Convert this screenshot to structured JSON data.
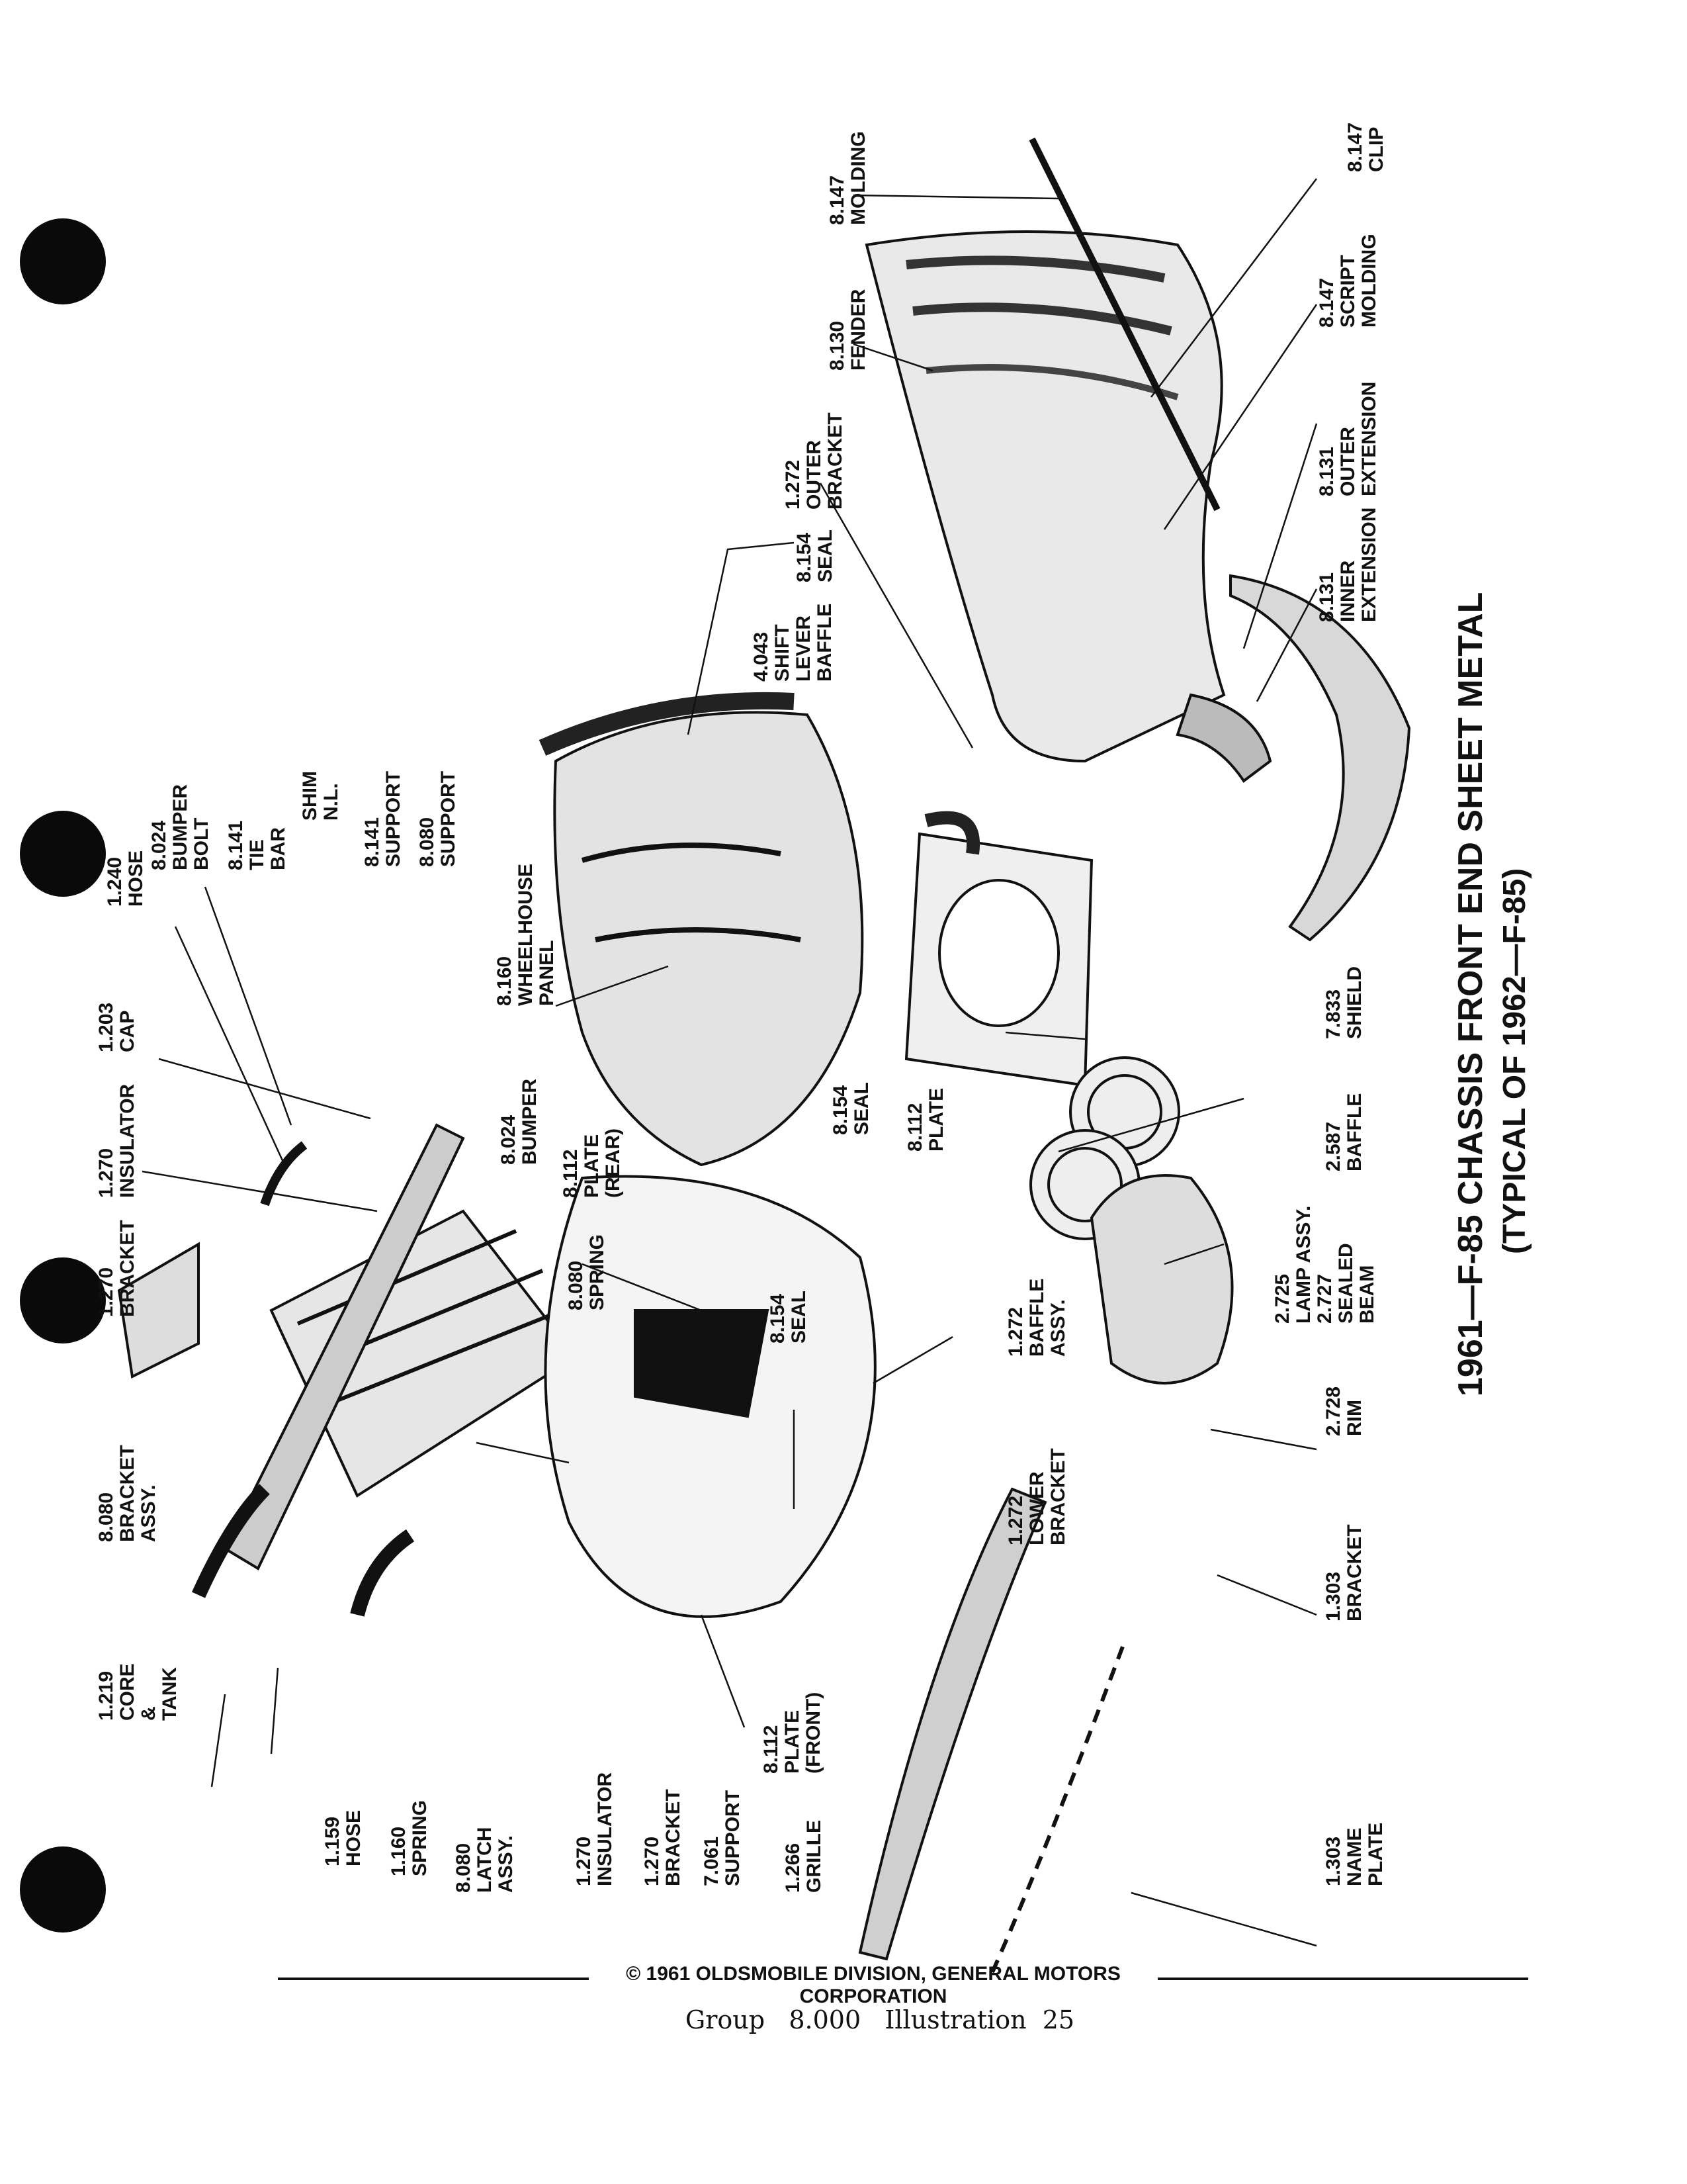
{
  "title": {
    "main": "1961—F-85 CHASSIS FRONT END SHEET METAL",
    "sub": "(TYPICAL OF 1962—F-85)"
  },
  "labels": [
    [
      "8.147",
      "MOLDING"
    ],
    [
      "8.147",
      "CLIP"
    ],
    [
      "8.130",
      "FENDER"
    ],
    [
      "8.147",
      "SCRIPT",
      "MOLDING"
    ],
    [
      "1.272",
      "OUTER",
      "BRACKET"
    ],
    [
      "8.131",
      "OUTER",
      "EXTENSION"
    ],
    [
      "8.154",
      "SEAL"
    ],
    [
      "4.043",
      "SHIFT",
      "LEVER",
      "BAFFLE"
    ],
    [
      "8.131",
      "INNER",
      "EXTENSION"
    ],
    [
      "1.240",
      "HOSE"
    ],
    [
      "8.024",
      "BUMPER",
      "BOLT"
    ],
    [
      "8.141",
      "TIE",
      "BAR"
    ],
    [
      "SHIM",
      "N.L."
    ],
    [
      "8.141",
      "SUPPORT"
    ],
    [
      "8.080",
      "SUPPORT"
    ],
    [
      "8.160",
      "WHEELHOUSE",
      "PANEL"
    ],
    [
      "1.203",
      "CAP"
    ],
    [
      "1.270",
      "INSULATOR"
    ],
    [
      "8.024",
      "BUMPER"
    ],
    [
      "8.154",
      "SEAL"
    ],
    [
      "7.833",
      "SHIELD"
    ],
    [
      "1.270",
      "BRACKET"
    ],
    [
      "8.112",
      "PLATE",
      "(REAR)"
    ],
    [
      "8.112",
      "PLATE"
    ],
    [
      "2.587",
      "BAFFLE"
    ],
    [
      "8.080",
      "SPRING"
    ],
    [
      "8.154",
      "SEAL"
    ],
    [
      "2.725",
      "LAMP ASSY.",
      "2.727",
      "SEALED",
      "BEAM"
    ],
    [
      "1.272",
      "BAFFLE",
      "ASSY."
    ],
    [
      "2.728",
      "RIM"
    ],
    [
      "8.080",
      "BRACKET",
      "ASSY."
    ],
    [
      "1.272",
      "LOWER",
      "BRACKET"
    ],
    [
      "1.219",
      "CORE",
      "&",
      "TANK"
    ],
    [
      "1.303",
      "BRACKET"
    ],
    [
      "8.112",
      "PLATE",
      "(FRONT)"
    ],
    [
      "1.159",
      "HOSE"
    ],
    [
      "1.160",
      "SPRING"
    ],
    [
      "8.080",
      "LATCH",
      "ASSY."
    ],
    [
      "1.270",
      "INSULATOR"
    ],
    [
      "1.270",
      "BRACKET"
    ],
    [
      "7.061",
      "SUPPORT"
    ],
    [
      "1.266",
      "GRILLE"
    ],
    [
      "1.303",
      "NAME",
      "PLATE"
    ]
  ],
  "footer": {
    "copyright": "© 1961 OLDSMOBILE DIVISION, GENERAL MOTORS CORPORATION",
    "group_label": "Group",
    "group_number": "8.000",
    "illustration_label": "Illustration",
    "illustration_number": "25"
  }
}
